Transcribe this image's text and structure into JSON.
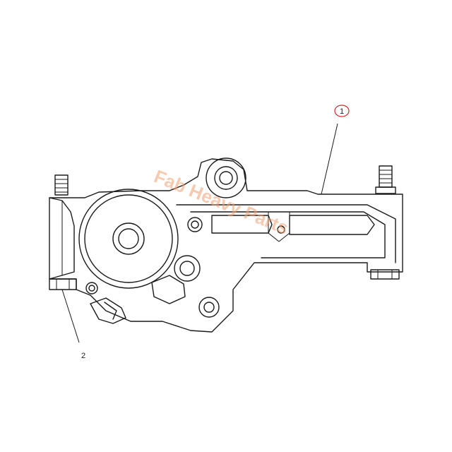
{
  "callouts": [
    {
      "id": "callout-1",
      "label": "1",
      "circled": true,
      "circle_color": "#d62828"
    },
    {
      "id": "callout-2",
      "label": "2",
      "circled": false
    }
  ],
  "watermark": {
    "text": "Fab Heavy Parts",
    "color": "#f0a070"
  },
  "colors": {
    "line": "#1a1a1a",
    "background": "#ffffff"
  }
}
